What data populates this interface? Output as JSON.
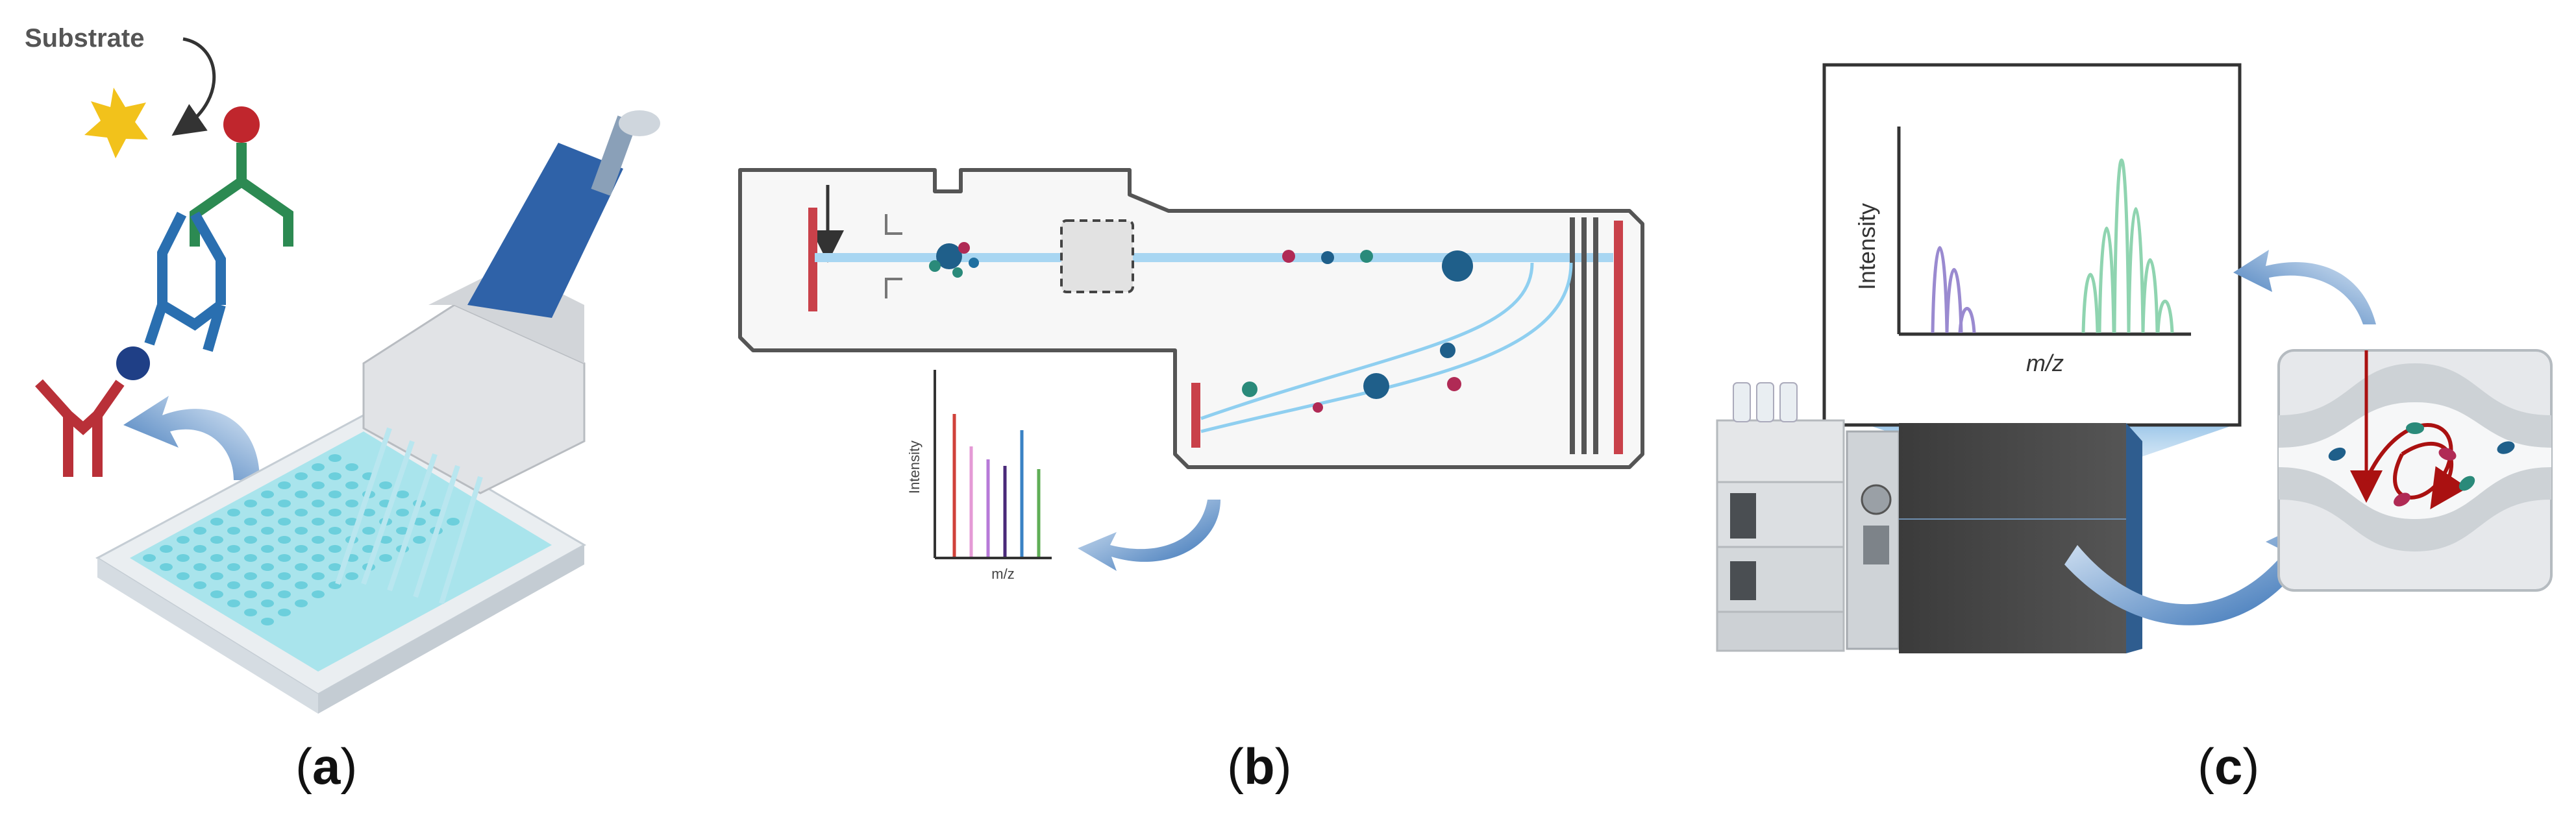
{
  "panel_a": {
    "substrate_label": "Substrate",
    "caption_open": "(",
    "caption_letter": "a",
    "caption_close": ")"
  },
  "panel_b": {
    "spectrum_ylabel": "Intensity",
    "spectrum_xlabel": "m/z",
    "caption_open": "(",
    "caption_letter": "b",
    "caption_close": ")",
    "spectrum_peak_colors": [
      "#d0413a",
      "#e59ad6",
      "#b77ad8",
      "#4a2a7a",
      "#3a82c4",
      "#5fae56"
    ]
  },
  "panel_c": {
    "spectrum_ylabel": "Intensity",
    "spectrum_xlabel": "m/z",
    "caption_open": "(",
    "caption_letter": "c",
    "caption_close": ")",
    "peak_colors": {
      "left_cluster": "#9a8ad0",
      "right_cluster": "#8fd4b0"
    }
  },
  "colors": {
    "plate_blue": "#6ccfdc",
    "pipette_blue": "#2f62a8",
    "ion_path": "#8fcff0",
    "detector_red": "#c9414a",
    "arrow_blue": "#4a83c2"
  }
}
